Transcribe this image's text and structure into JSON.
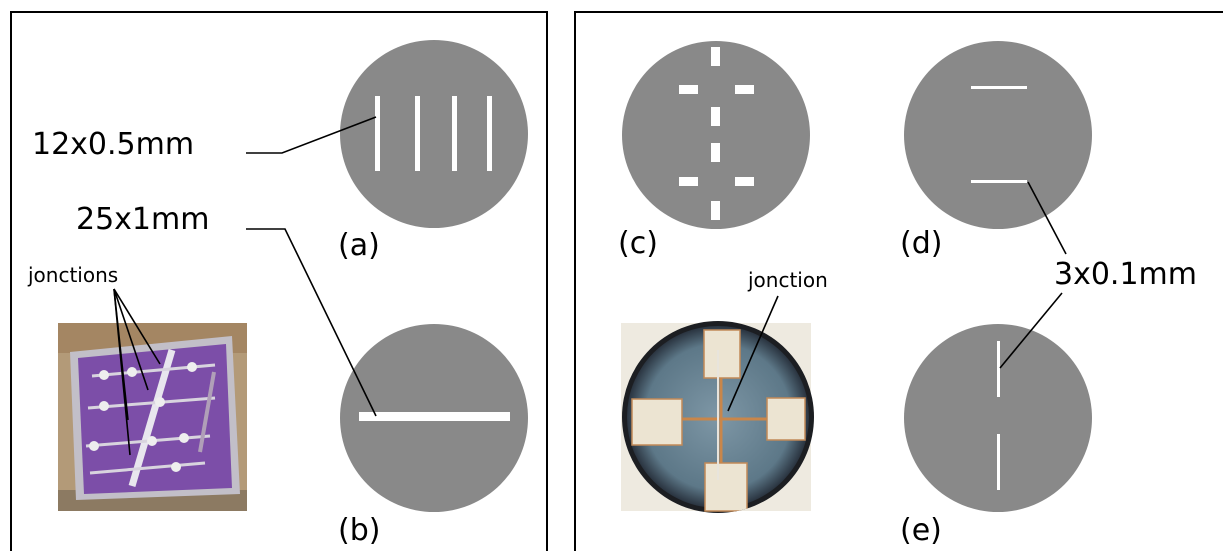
{
  "figure": {
    "left_panel": {
      "labels": {
        "dim_a": "12x0.5mm",
        "dim_b": "25x1mm",
        "photo_note": "jonctions",
        "sub_a": "(a)",
        "sub_b": "(b)"
      }
    },
    "right_panel": {
      "labels": {
        "dim_de": "3x0.1mm",
        "photo_note": "jonction",
        "sub_c": "(c)",
        "sub_d": "(d)",
        "sub_e": "(e)"
      }
    },
    "colors": {
      "disk": "#898989",
      "slot": "#ffffff",
      "photo_left": "#7c4ea8",
      "photo_right": "#5f7b8c"
    }
  }
}
